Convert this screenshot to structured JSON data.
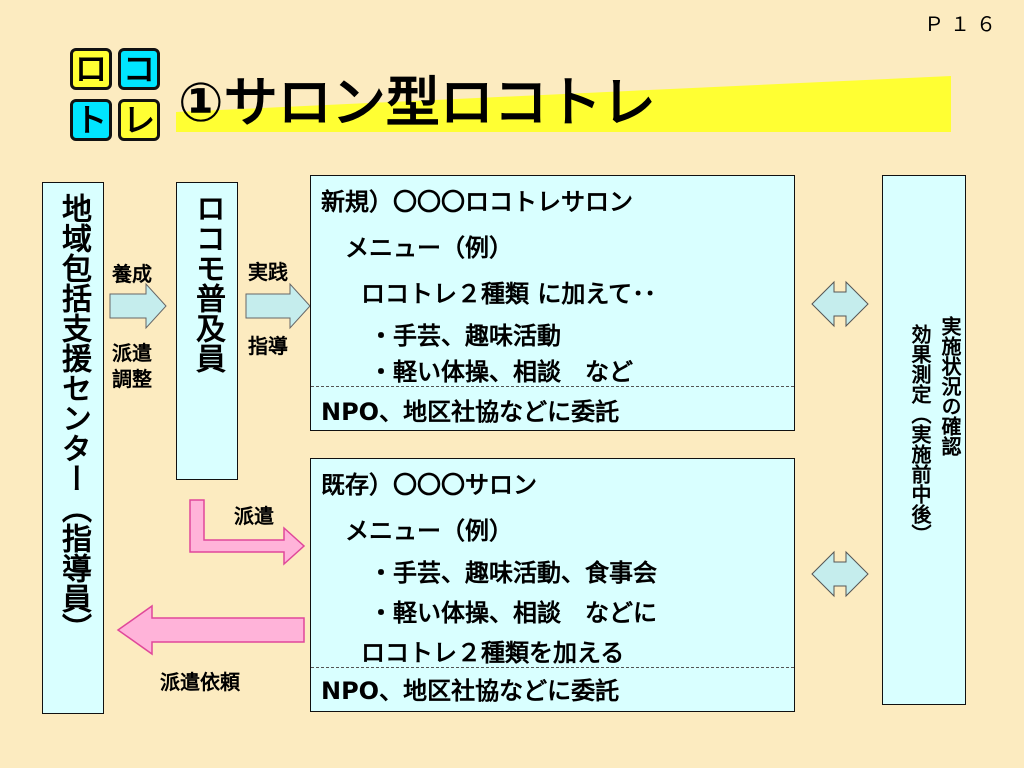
{
  "page_number": "Ｐ１６",
  "logo": {
    "tiles": [
      "ロ",
      "コ",
      "ト",
      "レ"
    ]
  },
  "title": "①サロン型ロコトレ",
  "center_box": {
    "text": "地域包括支援センター（指導員）"
  },
  "promoter_box": {
    "text": "ロコモ普及員"
  },
  "arrow_labels": {
    "train": "養成",
    "dispatch_adjust": "派遣調整",
    "practice": "実践",
    "guidance": "指導",
    "dispatch": "派遣",
    "dispatch_request": "派遣依頼"
  },
  "new_salon": {
    "lines": [
      "新規）〇〇〇ロコトレサロン",
      "メニュー（例）",
      "ロコトレ２種類 に加えて･･",
      "・手芸、趣味活動",
      "・軽い体操、相談　など"
    ],
    "footer": "NPO、地区社協などに委託"
  },
  "existing_salon": {
    "lines": [
      "既存）〇〇〇サロン",
      "メニュー（例）",
      "・手芸、趣味活動、食事会",
      "・軽い体操、相談　などに",
      "ロコトレ２種類を加える"
    ],
    "footer": "NPO、地区社協などに委託"
  },
  "effect_box": {
    "line1": "実施状況の確認",
    "line2": "効果測定（実施前中後）"
  },
  "colors": {
    "background": "#FCEBC0",
    "box_fill": "#D9FFFF",
    "title_band": "#FFFF33",
    "logo_cyan": "#00E5FF",
    "logo_yellow": "#FFFF33",
    "pink_arrow": "#FFB3D9",
    "pink_outline": "#E0489A",
    "arrow_fill": "#C5EDED"
  }
}
